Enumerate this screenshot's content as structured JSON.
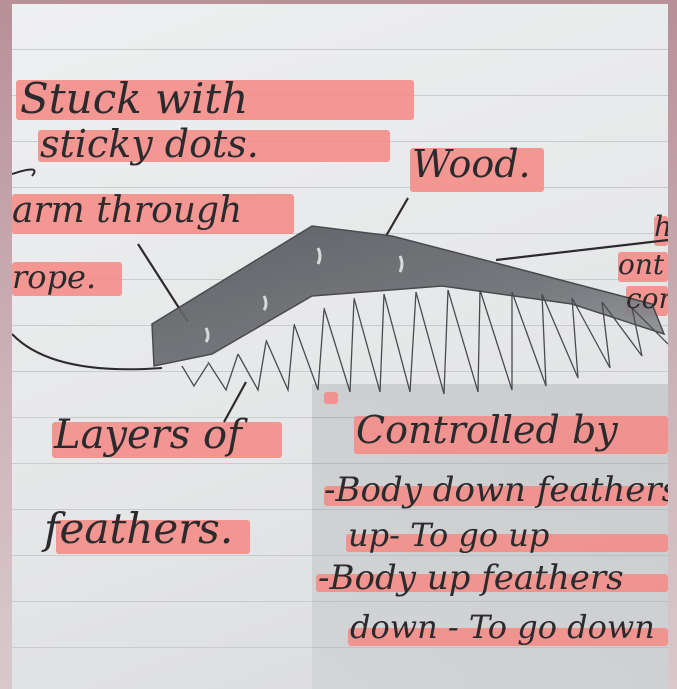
{
  "labels": {
    "stuck_line1": "Stuck with",
    "stuck_line2": "sticky dots.",
    "wood": "Wood.",
    "arm_through": "arm through",
    "rope": "rope.",
    "right_fragment1": "h",
    "right_fragment2": "ont",
    "right_fragment3": "con",
    "layers_line1": "Layers of",
    "layers_line2": "feathers.",
    "controlled_by": "Controlled by",
    "body_down": "-Body down feathers",
    "up_to_go_up": "up- To go up",
    "body_up": "-Body up feathers",
    "down_to_go_down": "down - To go down"
  },
  "colors": {
    "highlighter": "#f58b86",
    "pencil": "#2b2b2e",
    "paper": "#e9eaeb",
    "feather_shading": "#5f6166"
  }
}
